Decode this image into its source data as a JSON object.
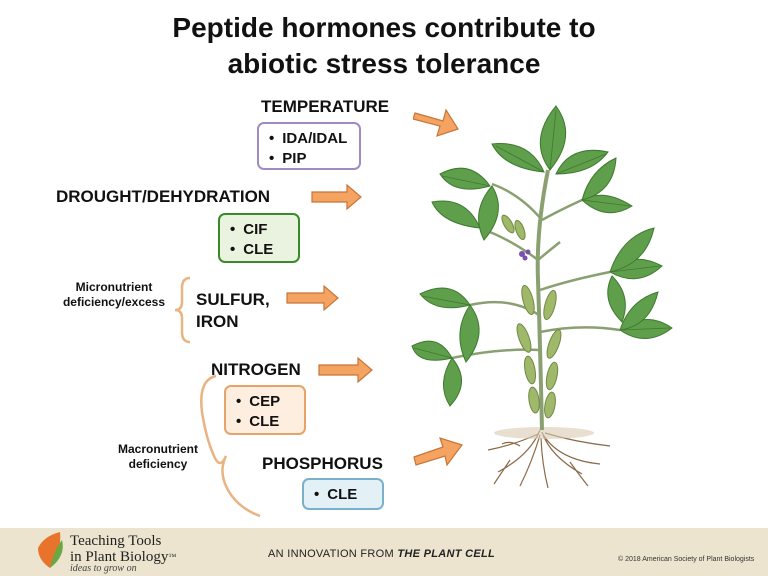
{
  "title": {
    "line1": "Peptide hormones contribute to",
    "line2": "abiotic stress tolerance"
  },
  "stresses": {
    "temperature": {
      "label": "TEMPERATURE",
      "peptides": [
        "IDA/IDAL",
        "PIP"
      ],
      "color": "#a08bc4",
      "fill": "#ffffff"
    },
    "drought": {
      "label": "DROUGHT/DEHYDRATION",
      "peptides": [
        "CIF",
        "CLE"
      ],
      "color": "#3a8a2a",
      "fill": "#eaf3df"
    },
    "sulfur": {
      "label_line1": "SULFUR,",
      "label_line2": "IRON"
    },
    "nitrogen": {
      "label": "NITROGEN",
      "peptides": [
        "CEP",
        "CLE"
      ],
      "color": "#e6a36a",
      "fill": "#fdeedf"
    },
    "phosphorus": {
      "label": "PHOSPHORUS",
      "peptides": [
        "CLE"
      ],
      "color": "#7ab0cc",
      "fill": "#e3f0f6"
    }
  },
  "groups": {
    "micronutrient": {
      "line1": "Micronutrient",
      "line2": "deficiency/excess"
    },
    "macronutrient": {
      "line1": "Macronutrient",
      "line2": "deficiency"
    }
  },
  "colors": {
    "arrow_fill": "#f4a460",
    "arrow_stroke": "#c8743a",
    "brace": "#e8b482",
    "leaf": "#5f9e4a",
    "leaf_dark": "#3e7a30",
    "pod": "#9fb86a",
    "stem": "#8aa070",
    "flower": "#7a4fb0",
    "root": "#8b6a4a",
    "footer_bg": "#ece4cf"
  },
  "footer": {
    "logo_line1": "Teaching Tools",
    "logo_line2": "in Plant Biology",
    "tm": "™",
    "tagline": "ideas to grow on",
    "innovation_prefix": "AN INNOVATION FROM ",
    "innovation_journal": "THE PLANT CELL",
    "copyright": "© 2018 American Society of Plant Biologists"
  },
  "icons": [
    "right-arrow-icon",
    "plant-illustration",
    "teaching-tools-leaf-logo-icon",
    "brace-icon"
  ]
}
